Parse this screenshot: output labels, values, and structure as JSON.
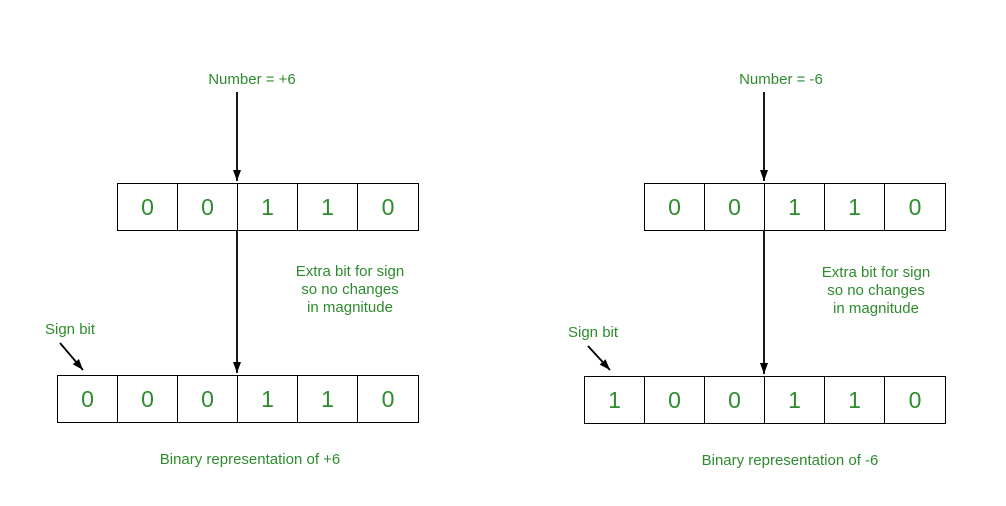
{
  "colors": {
    "text_green": "#2e8b2e",
    "line_black": "#000000",
    "background": "#ffffff"
  },
  "panels": [
    {
      "number_label": "Number = +6",
      "magnitude_bits": [
        "0",
        "0",
        "1",
        "1",
        "0"
      ],
      "note_lines": [
        "Extra bit for sign",
        "so no changes",
        "in magnitude"
      ],
      "sign_bit_label": "Sign bit",
      "signed_bits": [
        "0",
        "0",
        "0",
        "1",
        "1",
        "0"
      ],
      "caption": "Binary representation of +6"
    },
    {
      "number_label": "Number = -6",
      "magnitude_bits": [
        "0",
        "0",
        "1",
        "1",
        "0"
      ],
      "note_lines": [
        "Extra bit for sign",
        "so no changes",
        "in magnitude"
      ],
      "sign_bit_label": "Sign bit",
      "signed_bits": [
        "1",
        "0",
        "0",
        "1",
        "1",
        "0"
      ],
      "caption": "Binary representation of -6"
    }
  ]
}
